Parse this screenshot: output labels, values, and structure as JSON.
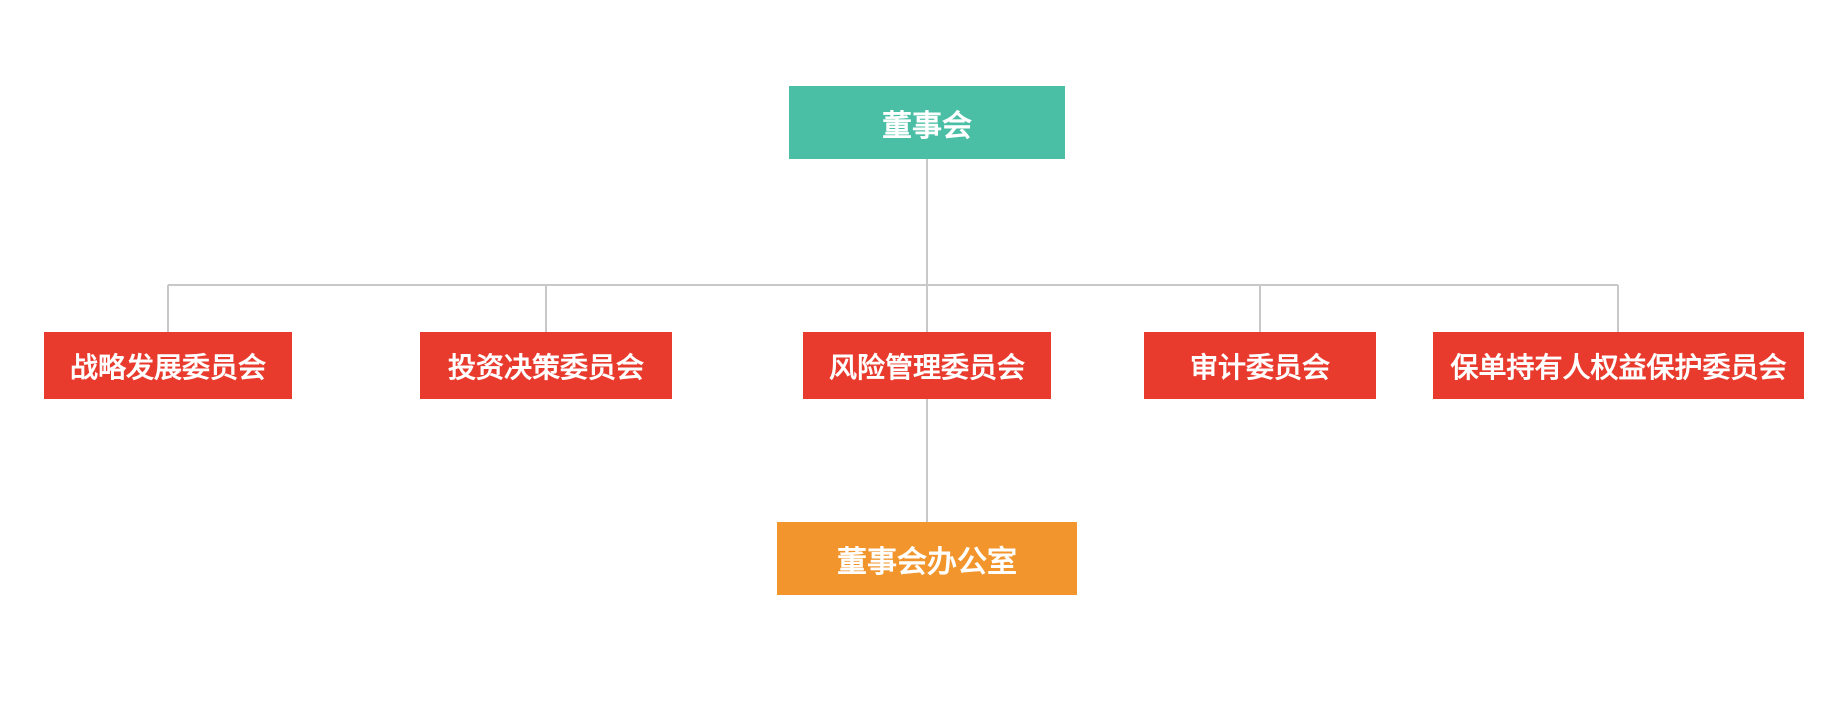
{
  "diagram": {
    "type": "org-chart",
    "root": {
      "label": "董事会",
      "color": "#4bbfa5"
    },
    "committees": [
      {
        "label": "战略发展委员会"
      },
      {
        "label": "投资决策委员会"
      },
      {
        "label": "风险管理委员会"
      },
      {
        "label": "审计委员会"
      },
      {
        "label": "保单持有人权益保护委员会"
      }
    ],
    "committee_color": "#e93a2e",
    "office": {
      "label": "董事会办公室",
      "color": "#f2952c",
      "parent": "风险管理委员会"
    },
    "line_color": "#c8c8c8"
  }
}
